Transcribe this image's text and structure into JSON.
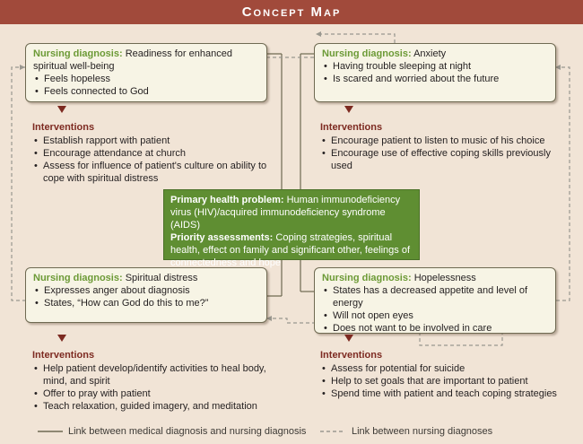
{
  "title": "Concept Map",
  "center": {
    "primary_label": "Primary health problem:",
    "primary_text": "Human immunodeficiency virus (HIV)/acquired immunodeficiency syndrome (AIDS)",
    "priority_label": "Priority assessments:",
    "priority_text": "Coping strategies, spiritual health, effect on family and significant other, feelings of connectedness and hope"
  },
  "diagnoses": {
    "top_left": {
      "label": "Nursing diagnosis:",
      "title": "Readiness for enhanced spiritual well-being",
      "items": [
        "Feels hopeless",
        "Feels connected to God"
      ],
      "interventions_label": "Interventions",
      "interventions": [
        "Establish rapport with patient",
        "Encourage attendance at church",
        "Assess for influence of patient's culture on ability to cope with spiritual distress"
      ]
    },
    "top_right": {
      "label": "Nursing diagnosis:",
      "title": "Anxiety",
      "items": [
        "Having trouble sleeping at night",
        "Is scared and worried about the future"
      ],
      "interventions_label": "Interventions",
      "interventions": [
        "Encourage patient to listen to music of his choice",
        "Encourage use of effective coping skills previously used"
      ]
    },
    "bottom_left": {
      "label": "Nursing diagnosis:",
      "title": "Spiritual distress",
      "items": [
        "Expresses anger about diagnosis",
        "States, “How can God do this to me?”"
      ],
      "interventions_label": "Interventions",
      "interventions": [
        "Help patient develop/identify activities to heal body, mind, and spirit",
        "Offer to pray with patient",
        "Teach relaxation, guided imagery, and meditation"
      ]
    },
    "bottom_right": {
      "label": "Nursing diagnosis:",
      "title": "Hopelessness",
      "items": [
        "States has a decreased appetite and level of energy",
        "Will not open eyes",
        "Does not want to be involved in care"
      ],
      "interventions_label": "Interventions",
      "interventions": [
        "Assess for potential for suicide",
        "Help to set goals that are important to patient",
        "Spend time with patient and teach coping strategies"
      ]
    }
  },
  "legend": {
    "solid": "Link between medical diagnosis and nursing diagnosis",
    "dashed": "Link between nursing diagnoses"
  },
  "colors": {
    "banner": "#a14a3b",
    "background": "#f1e4d6",
    "center_box": "#5f8e32",
    "diagnosis_label": "#6c9a36",
    "interventions_label": "#7d2a21"
  }
}
